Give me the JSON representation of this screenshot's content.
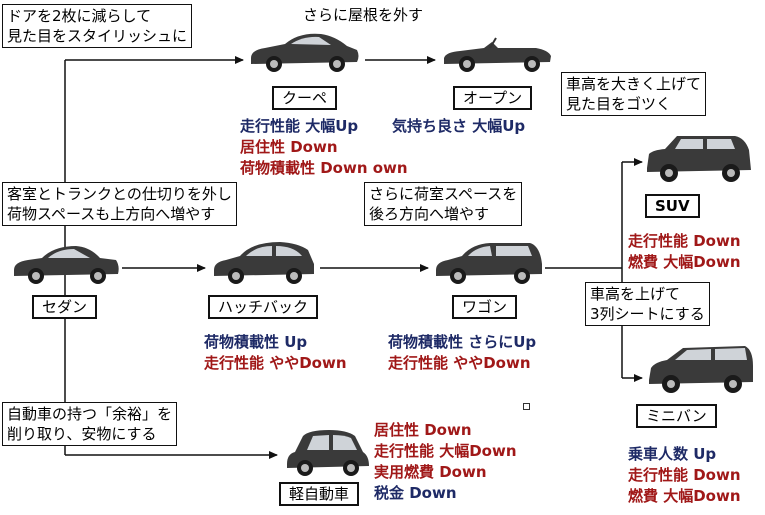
{
  "notes": {
    "top_left": [
      "ドアを2枚に減らして",
      "見た目をスタイリッシュに"
    ],
    "remove_roof": "さらに屋根を外す",
    "raise_height_big": [
      "車高を大きく上げて",
      "見た目をゴツく"
    ],
    "remove_partition": [
      "客室とトランクとの仕切りを外し",
      "荷物スペースも上方向へ増やす"
    ],
    "extend_cargo": [
      "さらに荷室スペースを",
      "後ろ方向へ増やす"
    ],
    "raise_height": [
      "車高を上げて",
      "3列シートにする"
    ],
    "cut_margin": [
      "自動車の持つ「余裕」を",
      "削り取り、安物にする"
    ]
  },
  "cars": {
    "coupe": "クーペ",
    "open": "オープン",
    "suv": "SUV",
    "sedan": "セダン",
    "hatchback": "ハッチバック",
    "wagon": "ワゴン",
    "minivan": "ミニバン",
    "kei": "軽自動車"
  },
  "effects": {
    "coupe": [
      {
        "text": "走行性能 大幅Up",
        "color": "blue"
      },
      {
        "text": "居住性 Down",
        "color": "red"
      },
      {
        "text": "荷物積載性 Down own",
        "color": "red"
      }
    ],
    "open": [
      {
        "text": "気持ち良さ 大幅Up",
        "color": "blue"
      }
    ],
    "suv": [
      {
        "text": "走行性能 Down",
        "color": "red"
      },
      {
        "text": "燃費 大幅Down",
        "color": "red"
      }
    ],
    "hatchback": [
      {
        "text": "荷物積載性 Up",
        "color": "blue"
      },
      {
        "text": "走行性能 ややDown",
        "color": "red"
      }
    ],
    "wagon": [
      {
        "text": "荷物積載性 さらにUp",
        "color": "blue"
      },
      {
        "text": "走行性能 ややDown",
        "color": "red"
      }
    ],
    "kei": [
      {
        "text": "居住性 Down",
        "color": "red"
      },
      {
        "text": "走行性能 大幅Down",
        "color": "red"
      },
      {
        "text": "実用燃費 Down",
        "color": "red"
      },
      {
        "text": "税金 Down",
        "color": "blue"
      }
    ],
    "minivan": [
      {
        "text": "乗車人数 Up",
        "color": "blue"
      },
      {
        "text": "走行性能 Down",
        "color": "red"
      },
      {
        "text": "燃費 大幅Down",
        "color": "red"
      }
    ]
  },
  "colors": {
    "up": "#1e2a66",
    "down": "#a01818",
    "car_body": "#3a3a3a",
    "line": "#111111"
  }
}
